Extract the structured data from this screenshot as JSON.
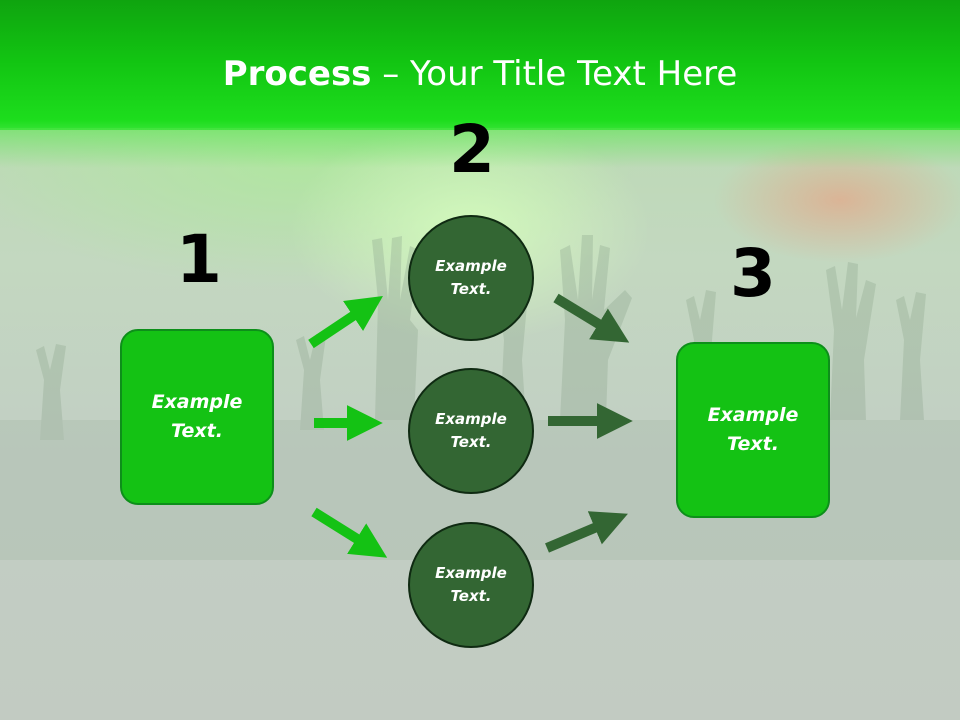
{
  "slide": {
    "title_bold": "Process",
    "title_rest": " – Your Title Text Here"
  },
  "colors": {
    "banner_green": "#12c412",
    "box_green": "#14c214",
    "circle_dark_green": "#336633",
    "arrow_light": "#14c214",
    "arrow_dark": "#336633"
  },
  "steps": [
    {
      "number": "1",
      "label_line1": "Example",
      "label_line2": "Text."
    },
    {
      "number": "2",
      "label_line1": "Example",
      "label_line2": "Text."
    },
    {
      "number": "3",
      "label_line1": "Example",
      "label_line2": "Text."
    }
  ],
  "circles": [
    {
      "label_line1": "Example",
      "label_line2": "Text."
    },
    {
      "label_line1": "Example",
      "label_line2": "Text."
    },
    {
      "label_line1": "Example",
      "label_line2": "Text."
    }
  ]
}
